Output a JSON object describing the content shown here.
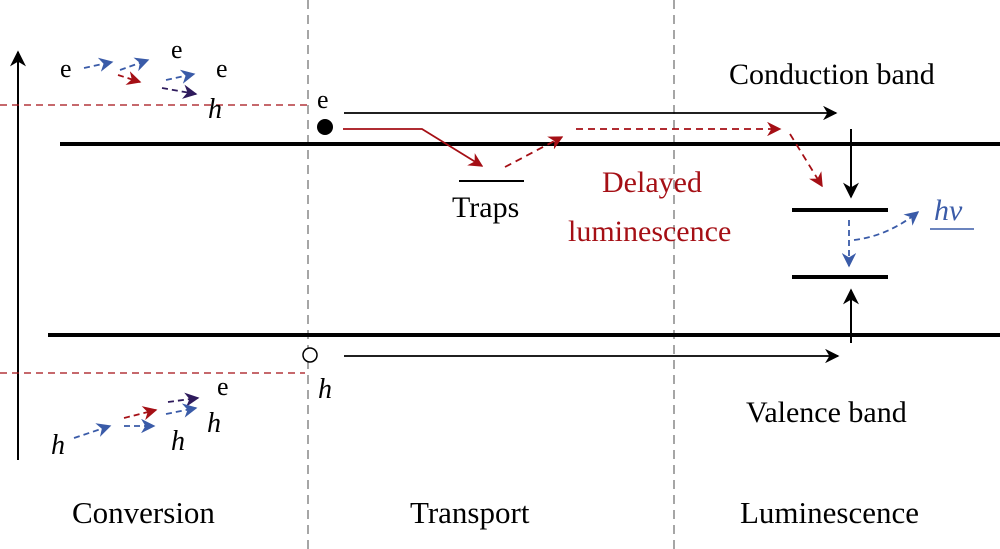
{
  "sections": {
    "conversion": "Conversion",
    "transport": "Transport",
    "luminescence": "Luminescence"
  },
  "bands": {
    "conduction": "Conduction band",
    "valence": "Valence band"
  },
  "labels": {
    "traps": "Traps",
    "delayed_line1": "Delayed",
    "delayed_line2": "luminescence",
    "photon": "hv",
    "electron": "e",
    "hole": "h"
  },
  "colors": {
    "black": "#000000",
    "red": "#a50f15",
    "blue": "#3a5ba8",
    "purple": "#2e1a5c",
    "gray": "#888888"
  }
}
